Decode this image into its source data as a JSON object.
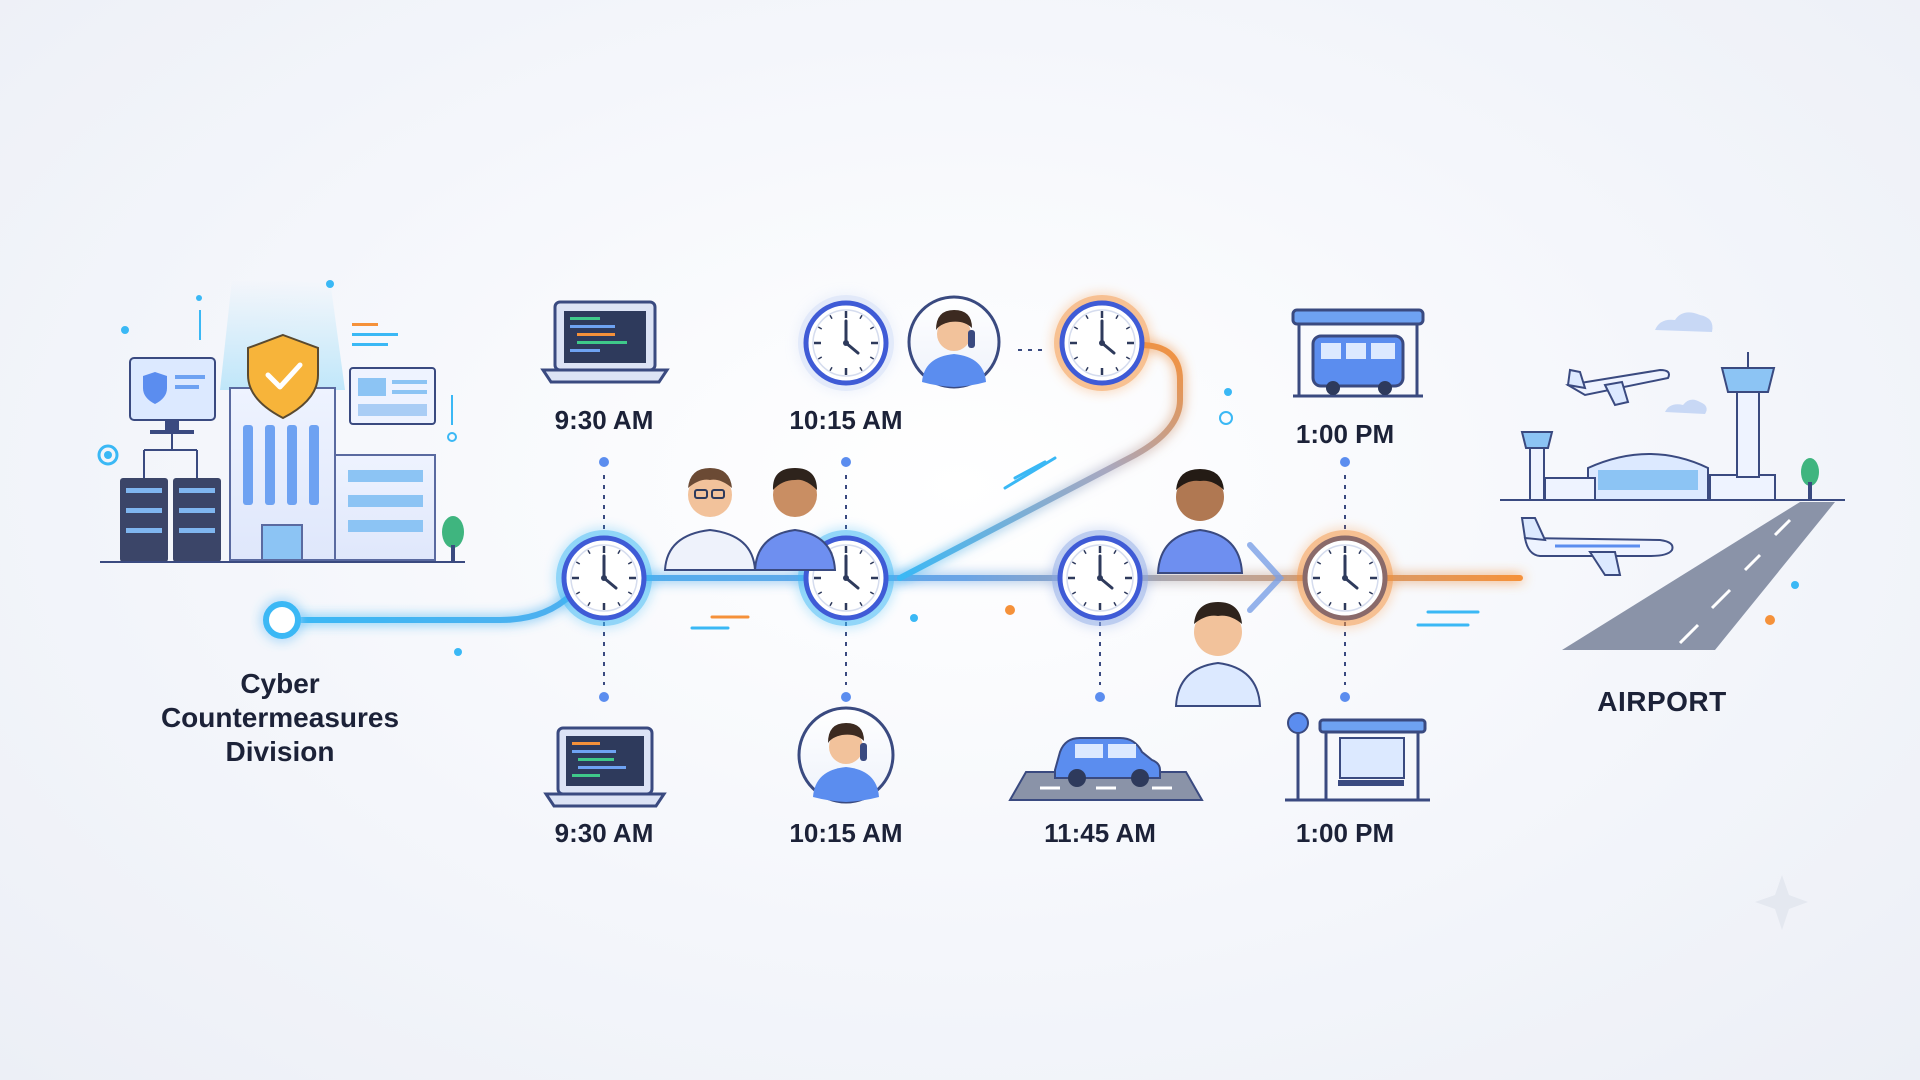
{
  "origin": {
    "line1": "Cyber",
    "line2": "Countermeasures",
    "line3": "Division"
  },
  "destination": {
    "label": "AIRPORT"
  },
  "upper_times": [
    "9:30 AM",
    "10:15 AM",
    "1:00 PM"
  ],
  "lower_times": [
    "9:30 AM",
    "10:15 AM",
    "11:45 AM",
    "1:00 PM"
  ],
  "colors": {
    "route_blue": "#3ab8f5",
    "route_orange": "#f5913a",
    "clock_ring": "#3f5bd6",
    "text": "#1c2238",
    "icon_fill": "#5b8def"
  }
}
